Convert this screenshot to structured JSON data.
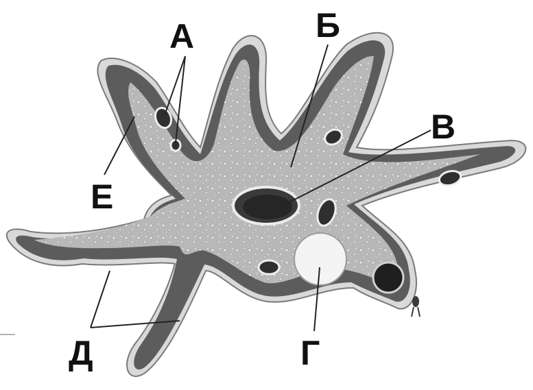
{
  "diagram": {
    "subject": "amoeba",
    "labels": {
      "a": "А",
      "b": "Б",
      "v": "В",
      "g": "Г",
      "d": "Д",
      "e": "Е"
    }
  },
  "colors": {
    "outer_membrane": "#d9d9d9",
    "ectoplasm": "#5c5c5c",
    "endoplasm": "#b8b8b8",
    "vacuole": "#2f2f2f",
    "contractile_vacuole": "#f4f4f4",
    "label_lines": "#222222"
  }
}
